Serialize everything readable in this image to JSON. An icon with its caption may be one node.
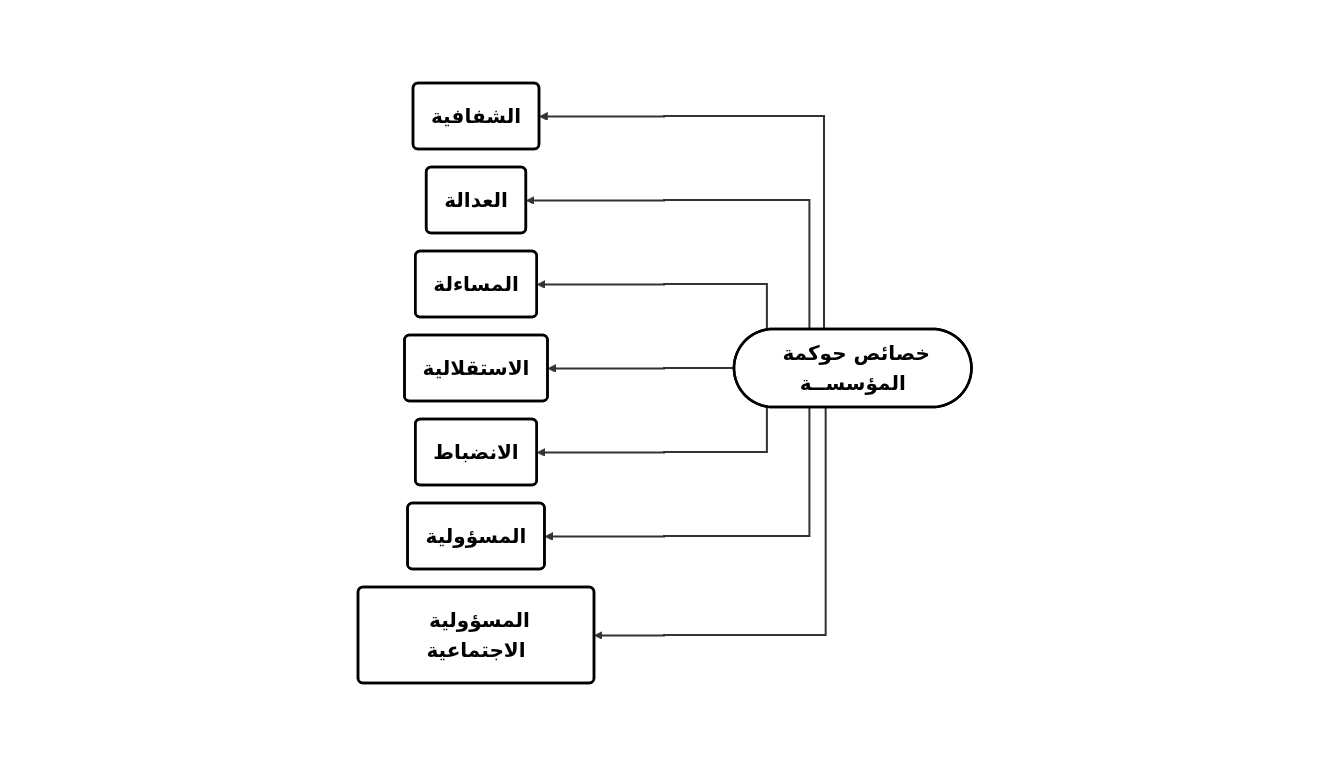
{
  "diagram": {
    "nodes": [
      {
        "text": [
          "خصائص حوكمة المؤسســة"
        ]
      },
      {
        "text": [
          "الشفافية"
        ]
      },
      {
        "text": [
          "العدالة"
        ]
      },
      {
        "text": [
          "المساءلة"
        ]
      },
      {
        "text": [
          "الاستقلالية"
        ]
      },
      {
        "text": [
          "الانضباط"
        ]
      },
      {
        "text": [
          "المسؤولية"
        ]
      },
      {
        "text": [
          "المسؤولية الاجتماعية"
        ]
      }
    ],
    "edges": [
      {
        "from": 0,
        "to": 1,
        "arrow": "to"
      },
      {
        "from": 0,
        "to": 2,
        "arrow": "to"
      },
      {
        "from": 0,
        "to": 3,
        "arrow": "to"
      },
      {
        "from": 0,
        "to": 4,
        "arrow": "to"
      },
      {
        "from": 0,
        "to": 5,
        "arrow": "to"
      },
      {
        "from": 0,
        "to": 6,
        "arrow": "to"
      },
      {
        "from": 0,
        "to": 7,
        "arrow": "to"
      }
    ]
  }
}
